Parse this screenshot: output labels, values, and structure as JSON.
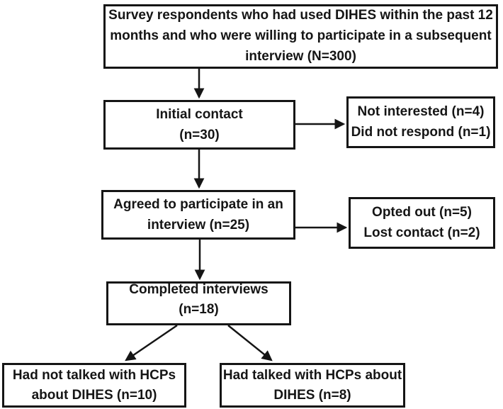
{
  "flowchart": {
    "description": "Participant flow diagram for DIHES interview study",
    "nodes": {
      "survey": {
        "label": "Survey respondents who had used DIHES within the past 12\nmonths and who were willing to participate in a subsequent\ninterview (N=300)",
        "n": 300
      },
      "initial_contact": {
        "label": "Initial contact\n(n=30)",
        "n": 30
      },
      "not_interested": {
        "label": "Not interested (n=4)\nDid not respond (n=1)",
        "n_not_interested": 4,
        "n_did_not_respond": 1
      },
      "agreed": {
        "label": "Agreed to participate in an\ninterview (n=25)",
        "n": 25
      },
      "opted_out": {
        "label": "Opted out (n=5)\nLost contact (n=2)",
        "n_opted_out": 5,
        "n_lost_contact": 2
      },
      "completed": {
        "label": "Completed interviews (n=18)",
        "n": 18
      },
      "had_not_talked": {
        "label": "Had not talked with HCPs\nabout DIHES (n=10)",
        "n": 10
      },
      "had_talked": {
        "label": "Had talked with HCPs about\nDIHES (n=8)",
        "n": 8
      }
    },
    "edges": [
      {
        "from": "survey",
        "to": "initial_contact"
      },
      {
        "from": "initial_contact",
        "to": "not_interested"
      },
      {
        "from": "initial_contact",
        "to": "agreed"
      },
      {
        "from": "agreed",
        "to": "opted_out"
      },
      {
        "from": "agreed",
        "to": "completed"
      },
      {
        "from": "completed",
        "to": "had_not_talked"
      },
      {
        "from": "completed",
        "to": "had_talked"
      }
    ],
    "colors": {
      "box_border": "#151515",
      "text": "#151515",
      "background": "#ffffff",
      "arrow": "#151515"
    }
  }
}
